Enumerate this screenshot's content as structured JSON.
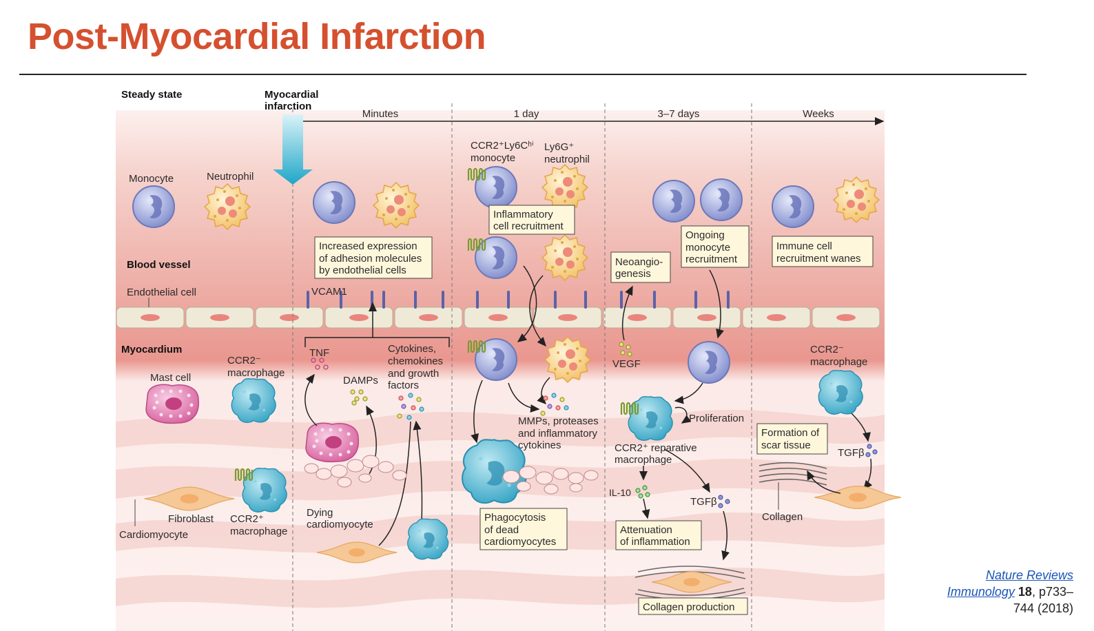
{
  "slide": {
    "title": "Post-Myocardial Infarction"
  },
  "citation": {
    "journal_line1": "Nature Reviews",
    "journal_line2": "Immunology",
    "volume": "18",
    "pages_line1": ", p733–",
    "pages_line2": "744 (2018)"
  },
  "figure": {
    "stage_left": "Steady state",
    "mi_label_1": "Myocardial",
    "mi_label_2": "infarction",
    "timeline": [
      "Minutes",
      "1 day",
      "3–7 days",
      "Weeks"
    ],
    "regions": {
      "blood_vessel": "Blood vessel",
      "endothelial": "Endothelial cell",
      "myocardium": "Myocardium"
    },
    "labels": {
      "monocyte": "Monocyte",
      "neutrophil": "Neutrophil",
      "ccr2_ly6c": "CCR2⁺Ly6Cʰⁱ",
      "monocyte2": "monocyte",
      "ly6g": "Ly6G⁺",
      "neutrophil2": "neutrophil",
      "vcam1": "VCAM1",
      "tnf": "TNF",
      "damps": "DAMPs",
      "cyto1": "Cytokines,",
      "cyto2": "chemokines",
      "cyto3": "and growth",
      "cyto4": "factors",
      "mast_cell": "Mast cell",
      "ccr2neg_mac_a": "CCR2⁻",
      "ccr2neg_mac_b": "macrophage",
      "fibroblast": "Fibroblast",
      "ccr2pos_mac_a": "CCR2⁺",
      "ccr2pos_mac_b": "macrophage",
      "cardiomyocyte": "Cardiomyocyte",
      "dying1": "Dying",
      "dying2": "cardiomyocyte",
      "mmps1": "MMPs, proteases",
      "mmps2": "and inflammatory",
      "mmps3": "cytokines",
      "vegf": "VEGF",
      "proliferation": "Proliferation",
      "rep1": "CCR2⁺ reparative",
      "rep2": "macrophage",
      "il10": "IL-10",
      "tgfb": "TGFβ",
      "ccr2neg_w_a": "CCR2⁻",
      "ccr2neg_w_b": "macrophage",
      "tgfb2": "TGFβ",
      "collagen": "Collagen"
    },
    "boxes": {
      "adhesion": [
        "Increased expression",
        "of adhesion molecules",
        "by endothelial cells"
      ],
      "inflammatory": [
        "Inflammatory",
        "cell recruitment"
      ],
      "neoangio": [
        "Neoangio-",
        "genesis"
      ],
      "ongoing": [
        "Ongoing",
        "monocyte",
        "recruitment"
      ],
      "wanes": [
        "Immune cell",
        "recruitment wanes"
      ],
      "phagocytosis": [
        "Phagocytosis",
        "of dead",
        "cardiomyocytes"
      ],
      "attenuation": [
        "Attenuation",
        "of inflammation"
      ],
      "collagen_prod": [
        "Collagen production"
      ],
      "scar": [
        "Formation of",
        "scar tissue"
      ]
    },
    "colors": {
      "title": "#d5502f",
      "monocyte": "#8e9ad6",
      "neutrophil": "#f7d48a",
      "macrophage": "#4fb3cf",
      "mast": "#e48cc0",
      "fibroblast": "#f6c896",
      "timeline_arrow": "#3bb5cf"
    }
  }
}
